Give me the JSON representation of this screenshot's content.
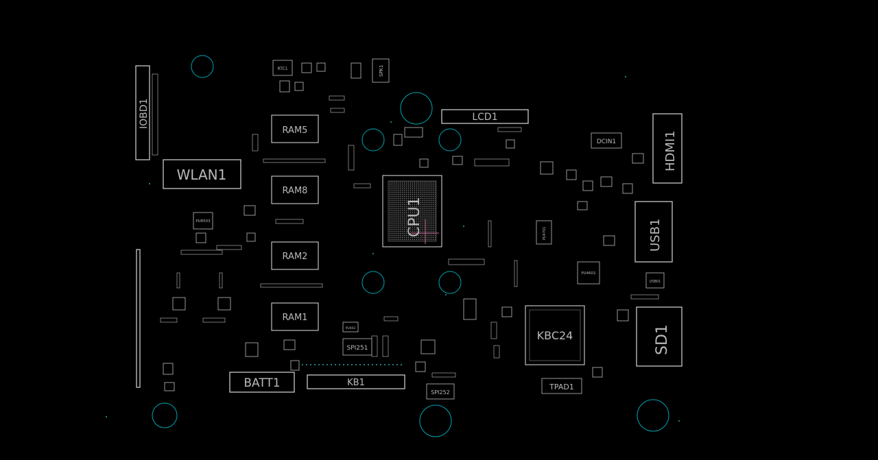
{
  "board": {
    "background": "#000000",
    "outline_color": "#d8d8d8",
    "hole_color": "#00a6b4"
  },
  "components": {
    "iobd1": "IOBD1",
    "wlan1": "WLAN1",
    "rtc1": "RTC1",
    "spk1": "SPK1",
    "ram5": "RAM5",
    "ram8": "RAM8",
    "ram2": "RAM2",
    "ram1": "RAM1",
    "cpu1": "CPU1",
    "lcd1": "LCD1",
    "dcin1": "DCIN1",
    "hdmi1": "HDMI1",
    "usb1": "USB1",
    "sd1": "SD1",
    "kbc24": "KBC24",
    "tpad1": "TPAD1",
    "batt1": "BATT1",
    "kb1": "KB1",
    "spi251": "SPI251",
    "spi252": "SPI252",
    "pu4601": "PU4601",
    "pu4701": "PU4701",
    "pu8503": "PU8503",
    "usb01": "USB01",
    "pu402": "PU402"
  }
}
